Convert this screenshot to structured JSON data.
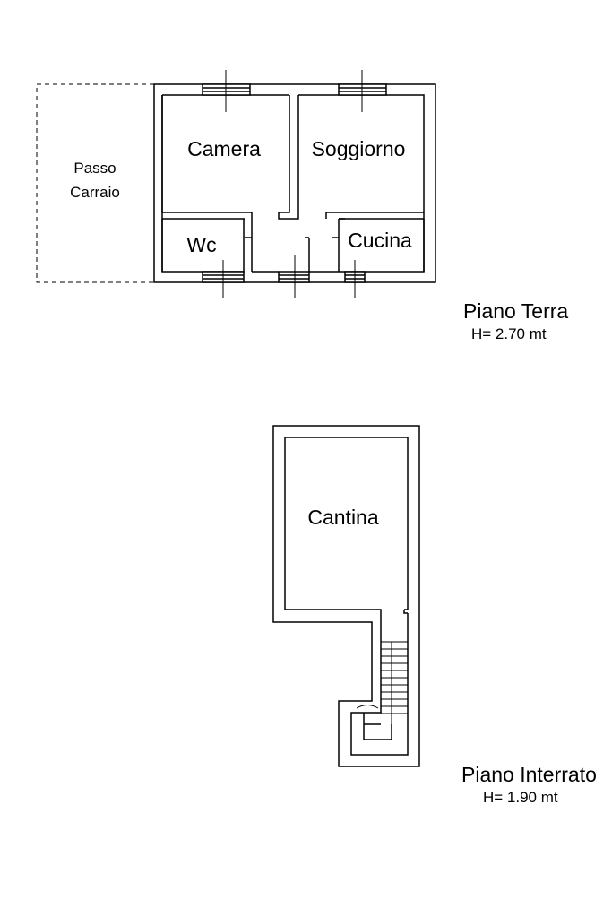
{
  "ground_floor": {
    "title": "Piano Terra",
    "height": "H= 2.70 mt",
    "rooms": {
      "camera": "Camera",
      "soggiorno": "Soggiorno",
      "wc": "Wc",
      "cucina": "Cucina",
      "passo_line1": "Passo",
      "passo_line2": "Carraio"
    }
  },
  "basement": {
    "title": "Piano Interrato",
    "height": "H= 1.90 mt",
    "rooms": {
      "cantina": "Cantina"
    }
  },
  "colors": {
    "line": "#000000",
    "background": "#ffffff"
  }
}
